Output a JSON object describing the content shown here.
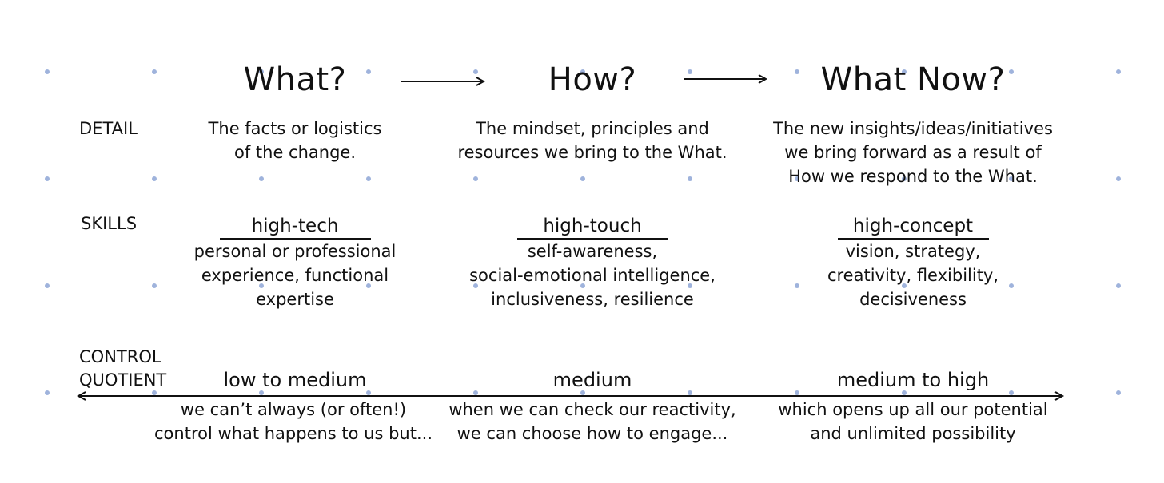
{
  "columns": [
    {
      "heading": "What?",
      "detail": [
        "The facts or logistics",
        "of the change."
      ],
      "skill_title": "high-tech",
      "skill_lines": [
        "personal or professional",
        "experience, functional",
        "expertise"
      ],
      "control_level": "low to medium",
      "control_lines": [
        "we can’t always (or often!)",
        "control what happens to us but..."
      ]
    },
    {
      "heading": "How?",
      "detail": [
        "The mindset, principles and",
        "resources we bring to the What."
      ],
      "skill_title": "high-touch",
      "skill_lines": [
        "self-awareness,",
        "social-emotional intelligence,",
        "inclusiveness, resilience"
      ],
      "control_level": "medium",
      "control_lines": [
        "when we can check our reactivity,",
        "we can choose how to engage..."
      ]
    },
    {
      "heading": "What Now?",
      "detail": [
        "The new insights/ideas/initiatives",
        "we bring forward as a result of",
        "How we respond to the What."
      ],
      "skill_title": "high-concept",
      "skill_lines": [
        "vision, strategy,",
        "creativity, flexibility,",
        "decisiveness"
      ],
      "control_level": "medium to high",
      "control_lines": [
        "which opens up all our potential",
        "and unlimited possibility"
      ]
    }
  ],
  "row_labels": {
    "detail": "DETAIL",
    "skills": "SKILLS",
    "control": [
      "CONTROL",
      "QUOTIENT"
    ]
  },
  "colors": {
    "ink": "#111111",
    "dot": "#9fb3dc",
    "background": "#ffffff"
  }
}
